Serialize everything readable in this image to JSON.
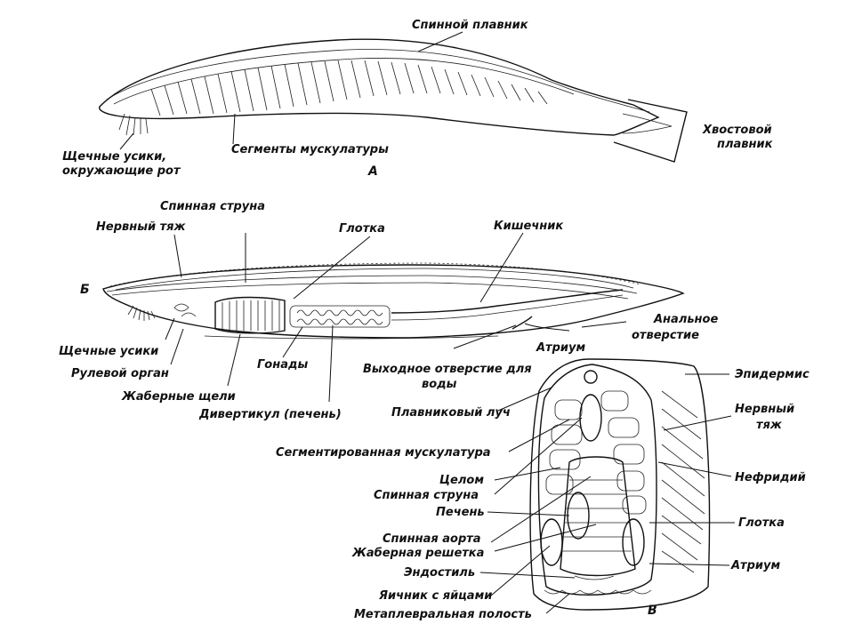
{
  "figure_a": {
    "letter": "А",
    "labels": {
      "dorsal_fin": "Спинной плавник",
      "cheek_tentacles_line1": "Щечные усики,",
      "cheek_tentacles_line2": "окружающие рот",
      "muscle_segments": "Сегменты мускулатуры",
      "tail_fin_line1": "Хвостовой",
      "tail_fin_line2": "плавник"
    }
  },
  "figure_b": {
    "letter": "Б",
    "labels": {
      "notochord": "Спинная струна",
      "nerve_cord": "Нервный тяж",
      "pharynx": "Глотка",
      "intestine": "Кишечник",
      "anus_line1": "Анальное",
      "anus_line2": "отверстие",
      "atrium": "Атриум",
      "cheek_tentacles": "Щечные усики",
      "wheel_organ": "Рулевой орган",
      "gill_slits": "Жаберные щели",
      "gonads": "Гонады",
      "water_exit_line1": "Выходное отверстие для",
      "water_exit_line2": "воды",
      "diverticulum": "Дивертикул (печень)"
    }
  },
  "figure_c": {
    "letter": "В",
    "labels": {
      "epidermis": "Эпидермис",
      "nerve_cord_line1": "Нервный",
      "nerve_cord_line2": "тяж",
      "fin_ray": "Плавниковый луч",
      "segmented_muscles": "Сегментированная мускулатура",
      "coelom": "Целом",
      "notochord": "Спинная струна",
      "liver": "Печень",
      "nephridium": "Нефридий",
      "pharynx": "Глотка",
      "dorsal_aorta": "Спинная аорта",
      "gill_grid": "Жаберная решетка",
      "endostyle": "Эндостиль",
      "atrium": "Атриум",
      "ovary": "Яичник с яйцами",
      "metapleural_cavity": "Метаплевральная полость"
    }
  }
}
